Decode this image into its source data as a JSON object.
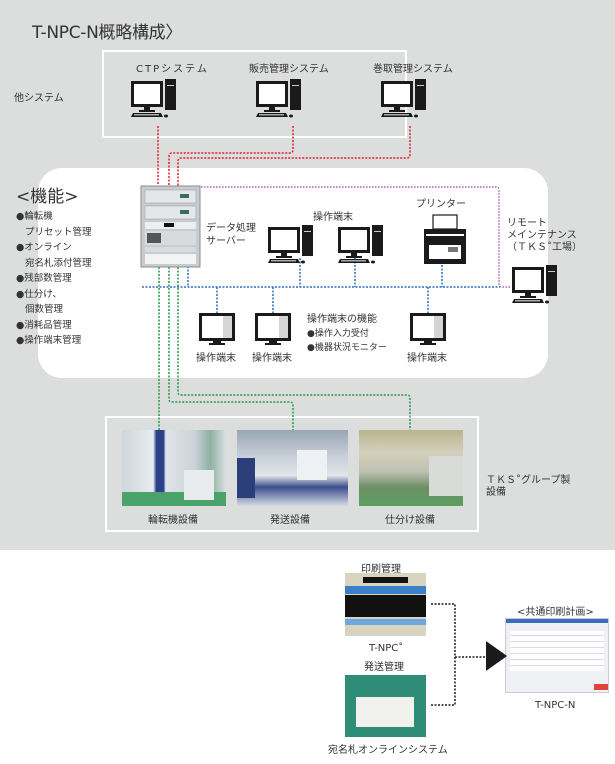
{
  "title": "T-NPC-N概略構成〉",
  "other_systems": {
    "label": "他システム",
    "items": [
      {
        "name": "CTPシステム"
      },
      {
        "name": "販売管理システム"
      },
      {
        "name": "巻取管理システム"
      }
    ]
  },
  "functions": {
    "title": "<機能>",
    "items": [
      {
        "text": "●輪転機",
        "indent": false
      },
      {
        "text": "プリセット管理",
        "indent": true
      },
      {
        "text": "●オンライン",
        "indent": false
      },
      {
        "text": "宛名札添付管理",
        "indent": true
      },
      {
        "text": "●残部数管理",
        "indent": false
      },
      {
        "text": "●仕分け、",
        "indent": false
      },
      {
        "text": "個数管理",
        "indent": true
      },
      {
        "text": "●消耗品管理",
        "indent": false
      },
      {
        "text": "●操作端末管理",
        "indent": false
      }
    ]
  },
  "server": {
    "line1": "データ処理",
    "line2": "サーバー"
  },
  "operation_terminals_label": "操作端末",
  "printer_label": "プリンター",
  "remote": {
    "line1": "リモート",
    "line2": "メインテナンス",
    "line3": "（ＴＫＳ˚工場）"
  },
  "terminal_functions": {
    "title": "操作端末の機能",
    "items": [
      "●操作入力受付",
      "●機器状況モニター"
    ]
  },
  "small_terminals": [
    "操作端末",
    "操作端末",
    "操作端末"
  ],
  "equipment": {
    "group_label_line1": "ＴＫＳ˚グループ製",
    "group_label_line2": "設備",
    "items": [
      {
        "name": "輪転機設備"
      },
      {
        "name": "発送設備"
      },
      {
        "name": "仕分け設備"
      }
    ]
  },
  "bottom": {
    "print_mgmt": "印刷管理",
    "tnpc_label": "T-NPC˚",
    "shipping_mgmt": "発送管理",
    "address_system": "宛名札オンラインシステム",
    "common_plan": "<共通印刷計画>",
    "tnpcn_label": "T-NPC-N"
  },
  "colors": {
    "red_line": "#e02030",
    "green_line": "#1e9a4a",
    "blue_line": "#2a6fb8",
    "purple_line": "#a03a9a",
    "background": "#dcdddd"
  }
}
